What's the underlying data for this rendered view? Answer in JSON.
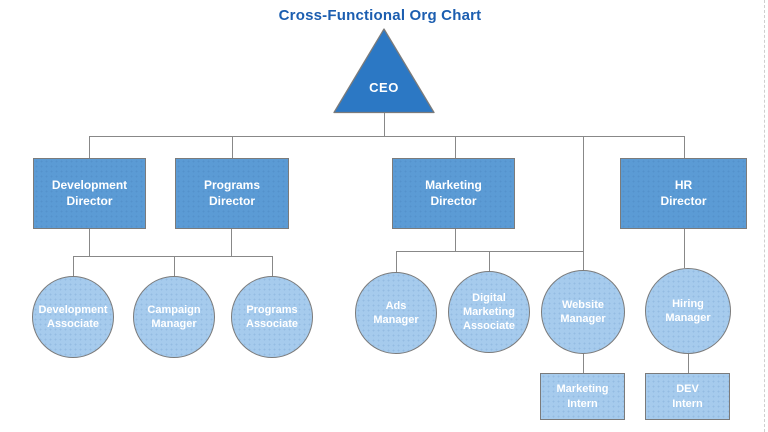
{
  "title": "Cross-Functional Org Chart",
  "colors": {
    "title_color": "#1C5EB0",
    "triangle_fill": "#2C78C4",
    "rect_fill": "#5B9BD5",
    "circle_fill": "#A6CBED",
    "shape_border": "#7B7B7B",
    "line_color": "#888888",
    "label_color": "#FFFFFF",
    "edge_color": "#CFCFCF"
  },
  "nodes": {
    "ceo": {
      "lines": [
        "CEO"
      ]
    },
    "development_director": {
      "lines": [
        "Development",
        "Director"
      ]
    },
    "programs_director": {
      "lines": [
        "Programs",
        "Director"
      ]
    },
    "marketing_director": {
      "lines": [
        "Marketing",
        "Director"
      ]
    },
    "hr_director": {
      "lines": [
        "HR",
        "Director"
      ]
    },
    "development_associate": {
      "lines": [
        "Development",
        "Associate"
      ]
    },
    "campaign_manager": {
      "lines": [
        "Campaign",
        "Manager"
      ]
    },
    "programs_associate": {
      "lines": [
        "Programs",
        "Associate"
      ]
    },
    "ads_manager": {
      "lines": [
        "Ads",
        "Manager"
      ]
    },
    "digital_marketing_associate": {
      "lines": [
        "Digital",
        "Marketing",
        "Associate"
      ]
    },
    "website_manager": {
      "lines": [
        "Website",
        "Manager"
      ]
    },
    "hiring_manager": {
      "lines": [
        "Hiring",
        "Manager"
      ]
    },
    "marketing_intern": {
      "lines": [
        "Marketing",
        "Intern"
      ]
    },
    "dev_intern": {
      "lines": [
        "DEV",
        "Intern"
      ]
    }
  }
}
